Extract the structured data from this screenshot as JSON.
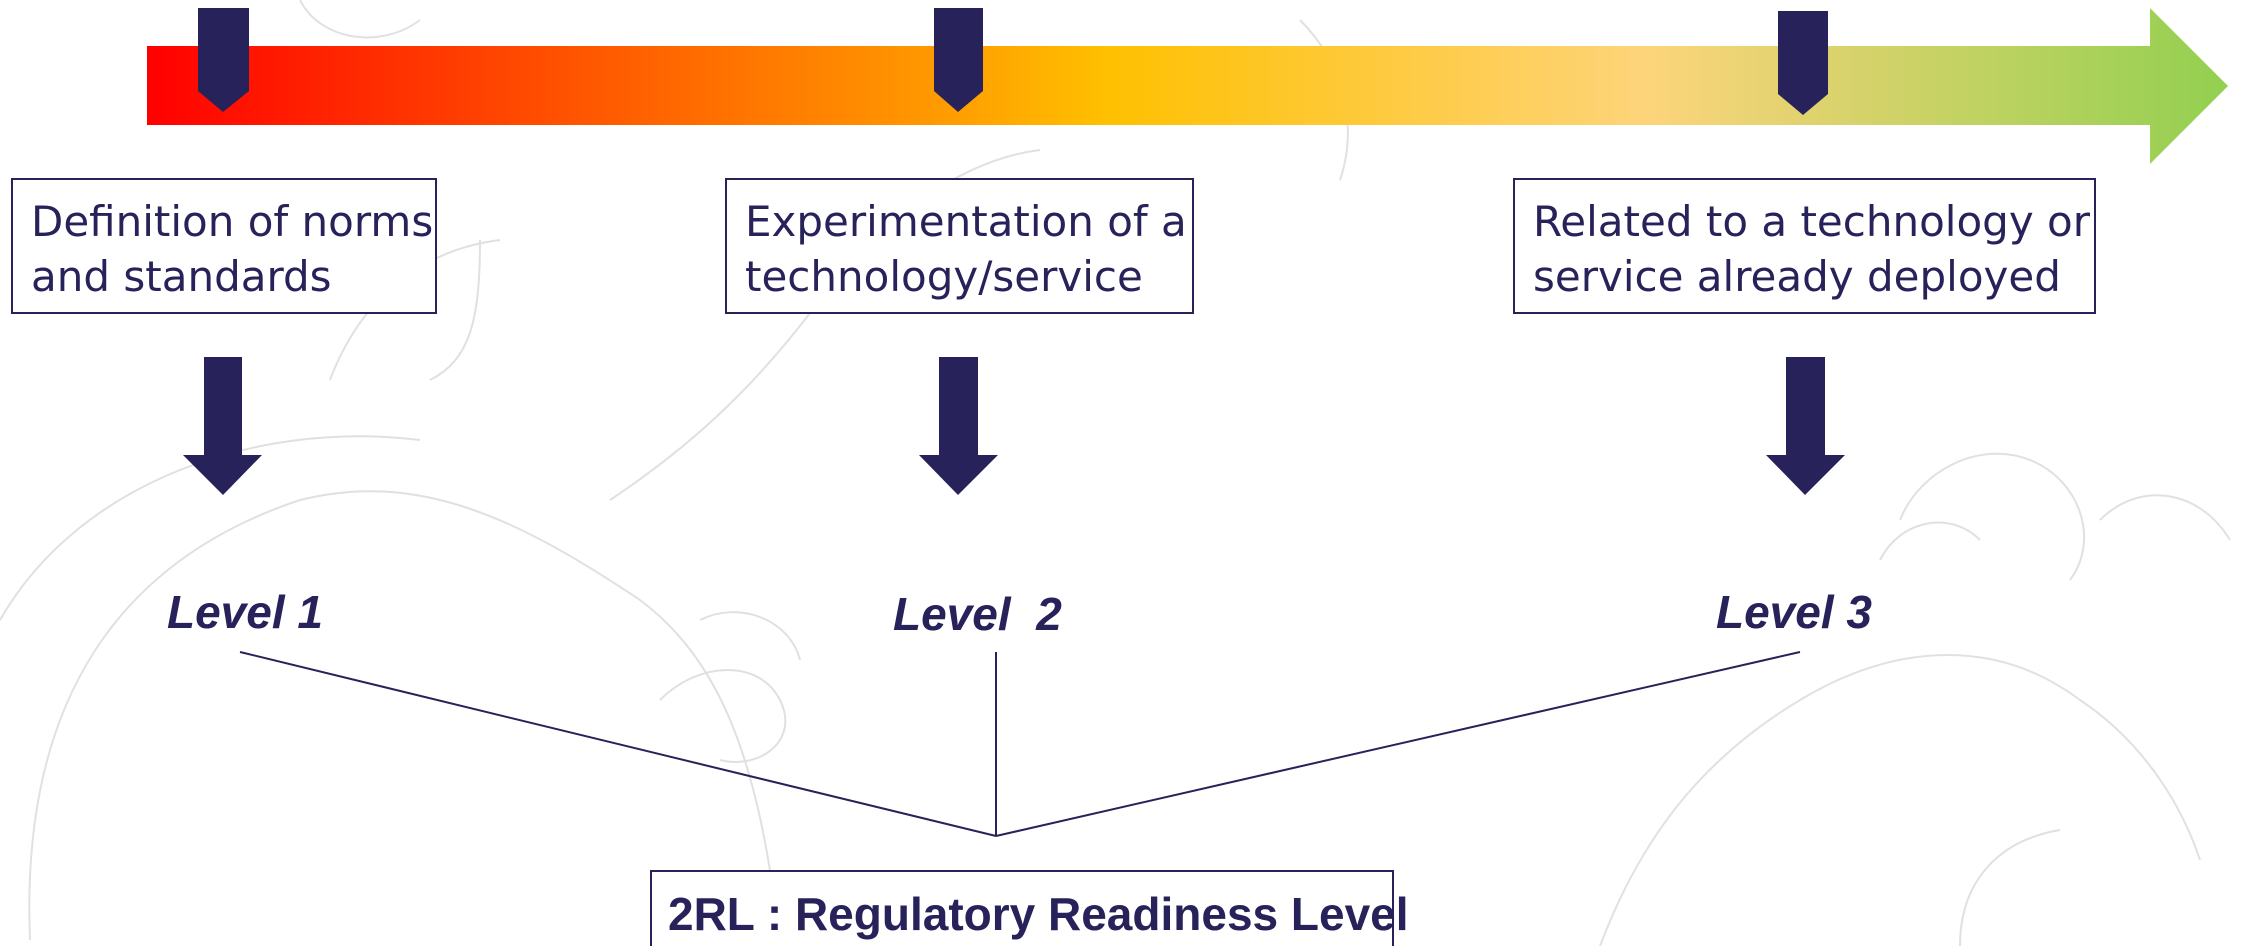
{
  "diagram": {
    "colors": {
      "navy": "#27235a",
      "gradient_start": "#ff0000",
      "gradient_orange": "#ff8c00",
      "gradient_yellow": "#ffc000",
      "gradient_light": "#fdd47a",
      "gradient_end": "#92d050"
    },
    "stages": [
      {
        "description_line1": "Definition of norms",
        "description_line2": "and standards",
        "level": "Level 1"
      },
      {
        "description_line1": "Experimentation of a",
        "description_line2": "technology/service",
        "level": "Level  2"
      },
      {
        "description_line1": "Related to a technology or",
        "description_line2": "service already deployed",
        "level": "Level 3"
      }
    ],
    "result": {
      "label": "2RL : Regulatory Readiness Level"
    }
  }
}
